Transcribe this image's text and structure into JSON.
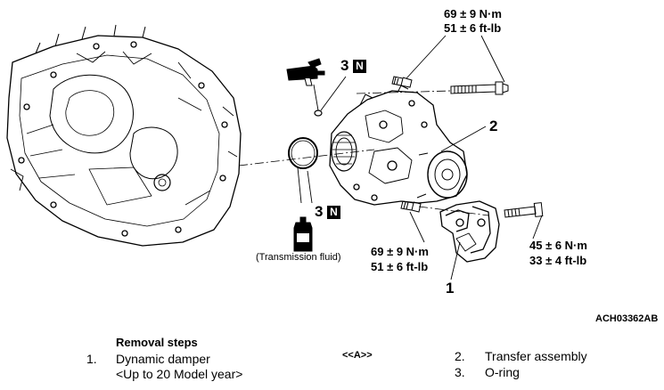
{
  "torque": {
    "top": {
      "nm": "69 ± 9 N·m",
      "ftlb": "51 ± 6 ft-lb"
    },
    "mid": {
      "nm": "69 ± 9 N·m",
      "ftlb": "51 ± 6 ft-lb"
    },
    "right": {
      "nm": "45 ± 6 N·m",
      "ftlb": "33 ± 4 ft-lb"
    }
  },
  "callouts": {
    "one": "1",
    "two": "2"
  },
  "service_marks": [
    {
      "number": "3",
      "badge": "N"
    },
    {
      "number": "3",
      "badge": "N"
    }
  ],
  "fluid_label": "(Transmission fluid)",
  "figure_code": "ACH03362AB",
  "removal": {
    "heading": "Removal steps",
    "steps": [
      {
        "num": "1.",
        "text": "Dynamic damper",
        "note": "<Up to 20 Model year>"
      },
      {
        "num": "2.",
        "text": "Transfer assembly",
        "ref": "<<A>>"
      },
      {
        "num": "3.",
        "text": "O-ring"
      }
    ]
  },
  "icons": [
    "grease-gun-icon",
    "fluid-bottle-icon"
  ],
  "colors": {
    "ink": "#000000",
    "background": "#ffffff"
  }
}
